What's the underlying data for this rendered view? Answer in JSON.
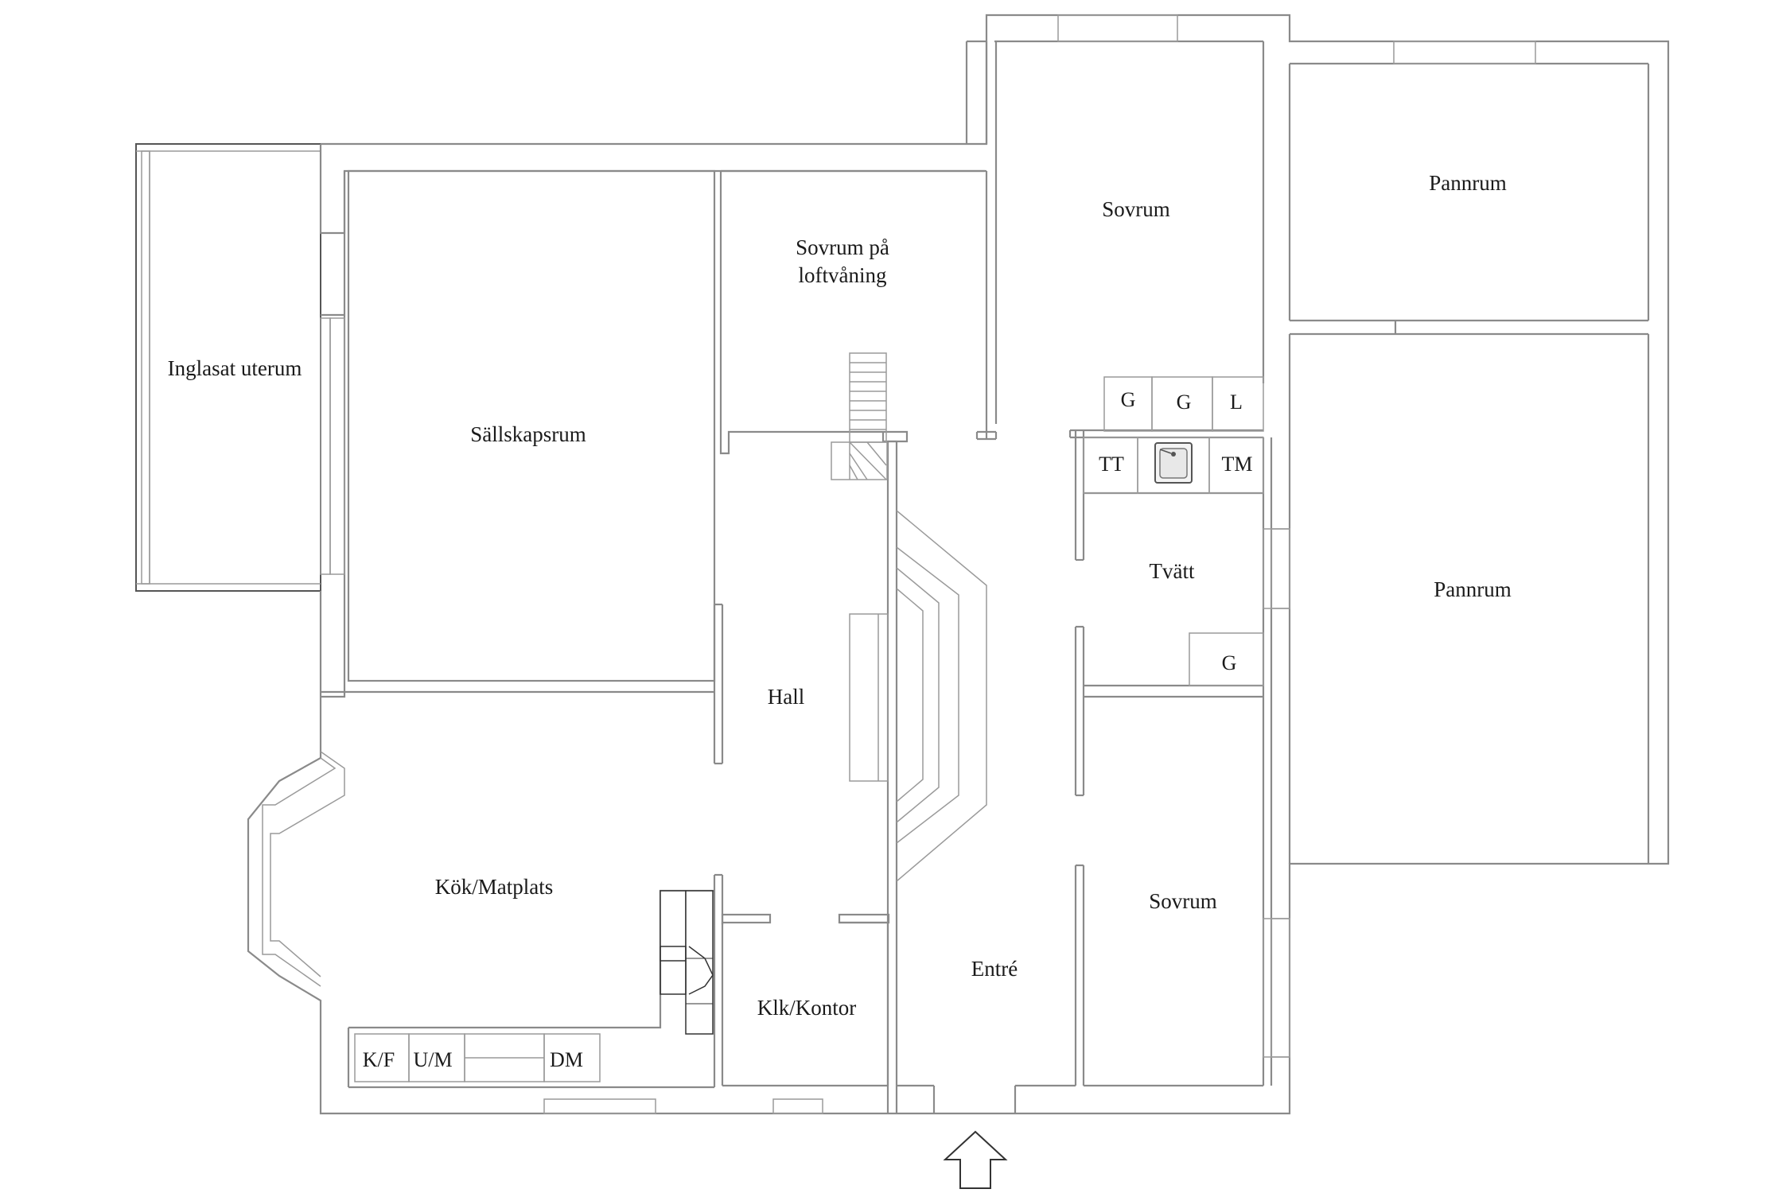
{
  "rooms": {
    "inglasat_uterum": "Inglasat uterum",
    "sallskapsrum": "Sällskapsrum",
    "sovrum_loft_line1": "Sovrum på",
    "sovrum_loft_line2": "loftvåning",
    "sovrum_top": "Sovrum",
    "pannrum_top": "Pannrum",
    "pannrum_right": "Pannrum",
    "hall": "Hall",
    "tvatt": "Tvätt",
    "kok_matplats": "Kök/Matplats",
    "klk_kontor": "Klk/Kontor",
    "entre": "Entré",
    "sovrum_bottom": "Sovrum"
  },
  "appliances": {
    "g1": "G",
    "g2": "G",
    "l": "L",
    "tt": "TT",
    "tm": "TM",
    "g_tvatt": "G",
    "kf": "K/F",
    "um": "U/M",
    "dm": "DM"
  },
  "icons": {
    "entrance": "arrow-up-icon",
    "sink": "sink-icon",
    "stove": "fireplace-icon",
    "stairs": "stairs-icon"
  }
}
